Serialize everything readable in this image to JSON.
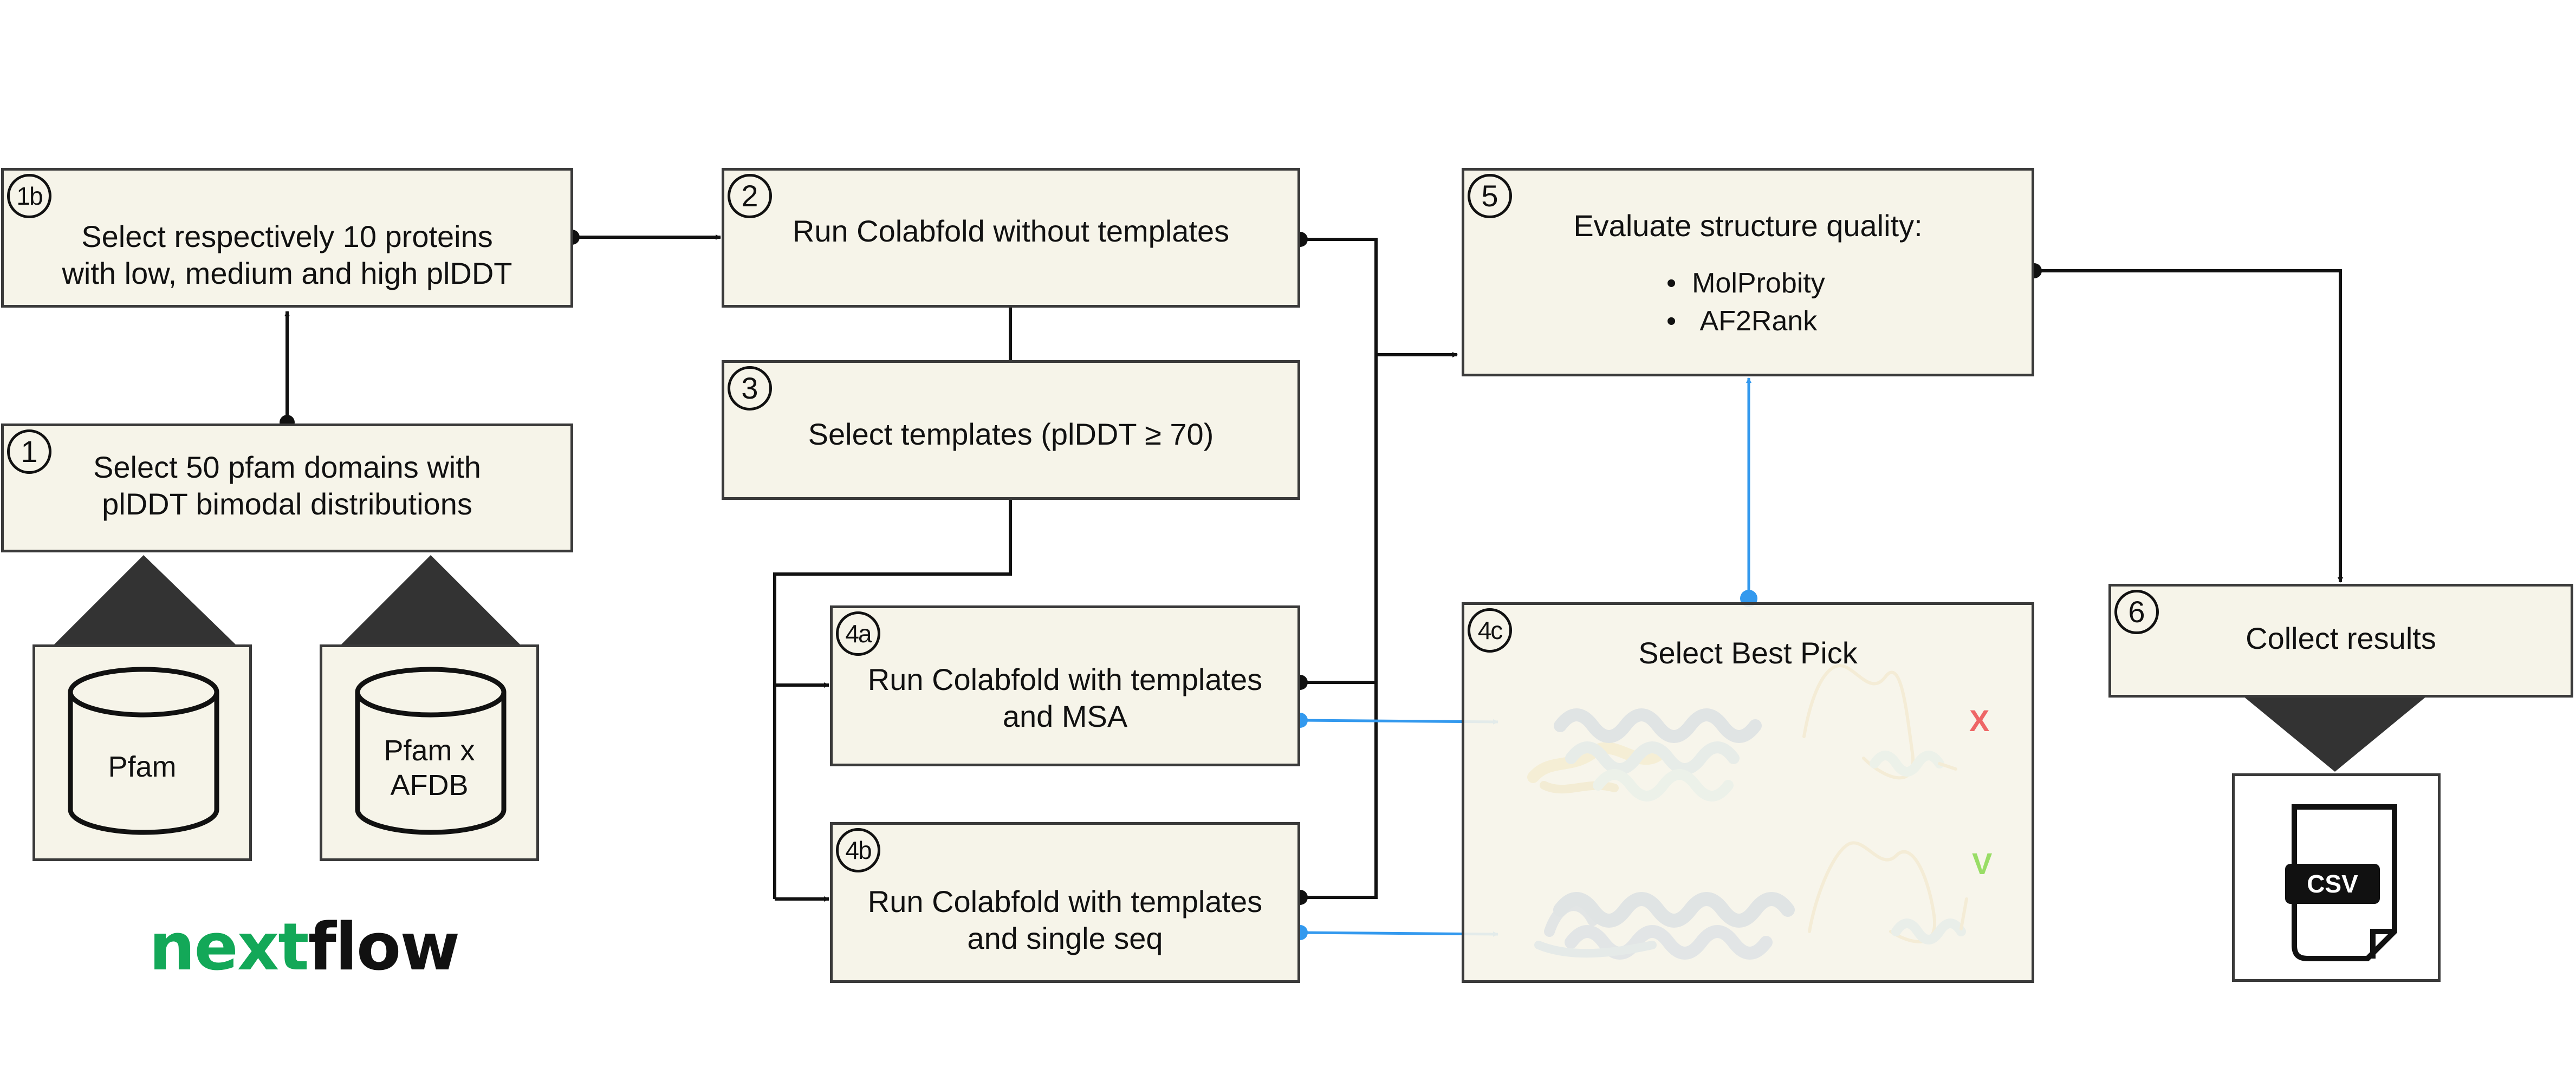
{
  "boxes": {
    "step1b": {
      "number": "1b",
      "lines": [
        "Select respectively 10 proteins",
        "with low, medium and high plDDT"
      ]
    },
    "step1": {
      "number": "1",
      "lines": [
        "Select 50 pfam domains with",
        "plDDT bimodal distributions"
      ]
    },
    "step2": {
      "number": "2",
      "lines": [
        "Run Colabfold without templates"
      ]
    },
    "step3": {
      "number": "3",
      "lines": [
        "Select templates (plDDT ≥ 70)"
      ]
    },
    "step4a": {
      "number": "4a",
      "lines": [
        "Run Colabfold with templates",
        "and MSA"
      ]
    },
    "step4b": {
      "number": "4b",
      "lines": [
        "Run Colabfold with templates",
        "and single seq"
      ]
    },
    "step4c": {
      "number": "4c",
      "lines": [
        "Select Best Pick"
      ]
    },
    "step5": {
      "number": "5",
      "lines": [
        "Evaluate structure quality:"
      ],
      "bullets": [
        "MolProbity",
        "AF2Rank"
      ]
    },
    "step6": {
      "number": "6",
      "lines": [
        "Collect results"
      ]
    }
  },
  "databases": [
    {
      "lines": [
        "Pfam"
      ]
    },
    {
      "lines": [
        "Pfam x",
        "AFDB"
      ]
    }
  ],
  "marks": {
    "reject": "X",
    "accept": "V"
  },
  "logo": {
    "part1": "next",
    "part2": "flow"
  },
  "csv_label": "CSV",
  "colors": {
    "box_fill": "#f6f4e9",
    "stroke": "#111111",
    "blue_arrow": "#3399ee",
    "reject": "#ee6666",
    "accept": "#99dd66",
    "logo_green": "#13a858",
    "logo_dark": "#111111"
  }
}
